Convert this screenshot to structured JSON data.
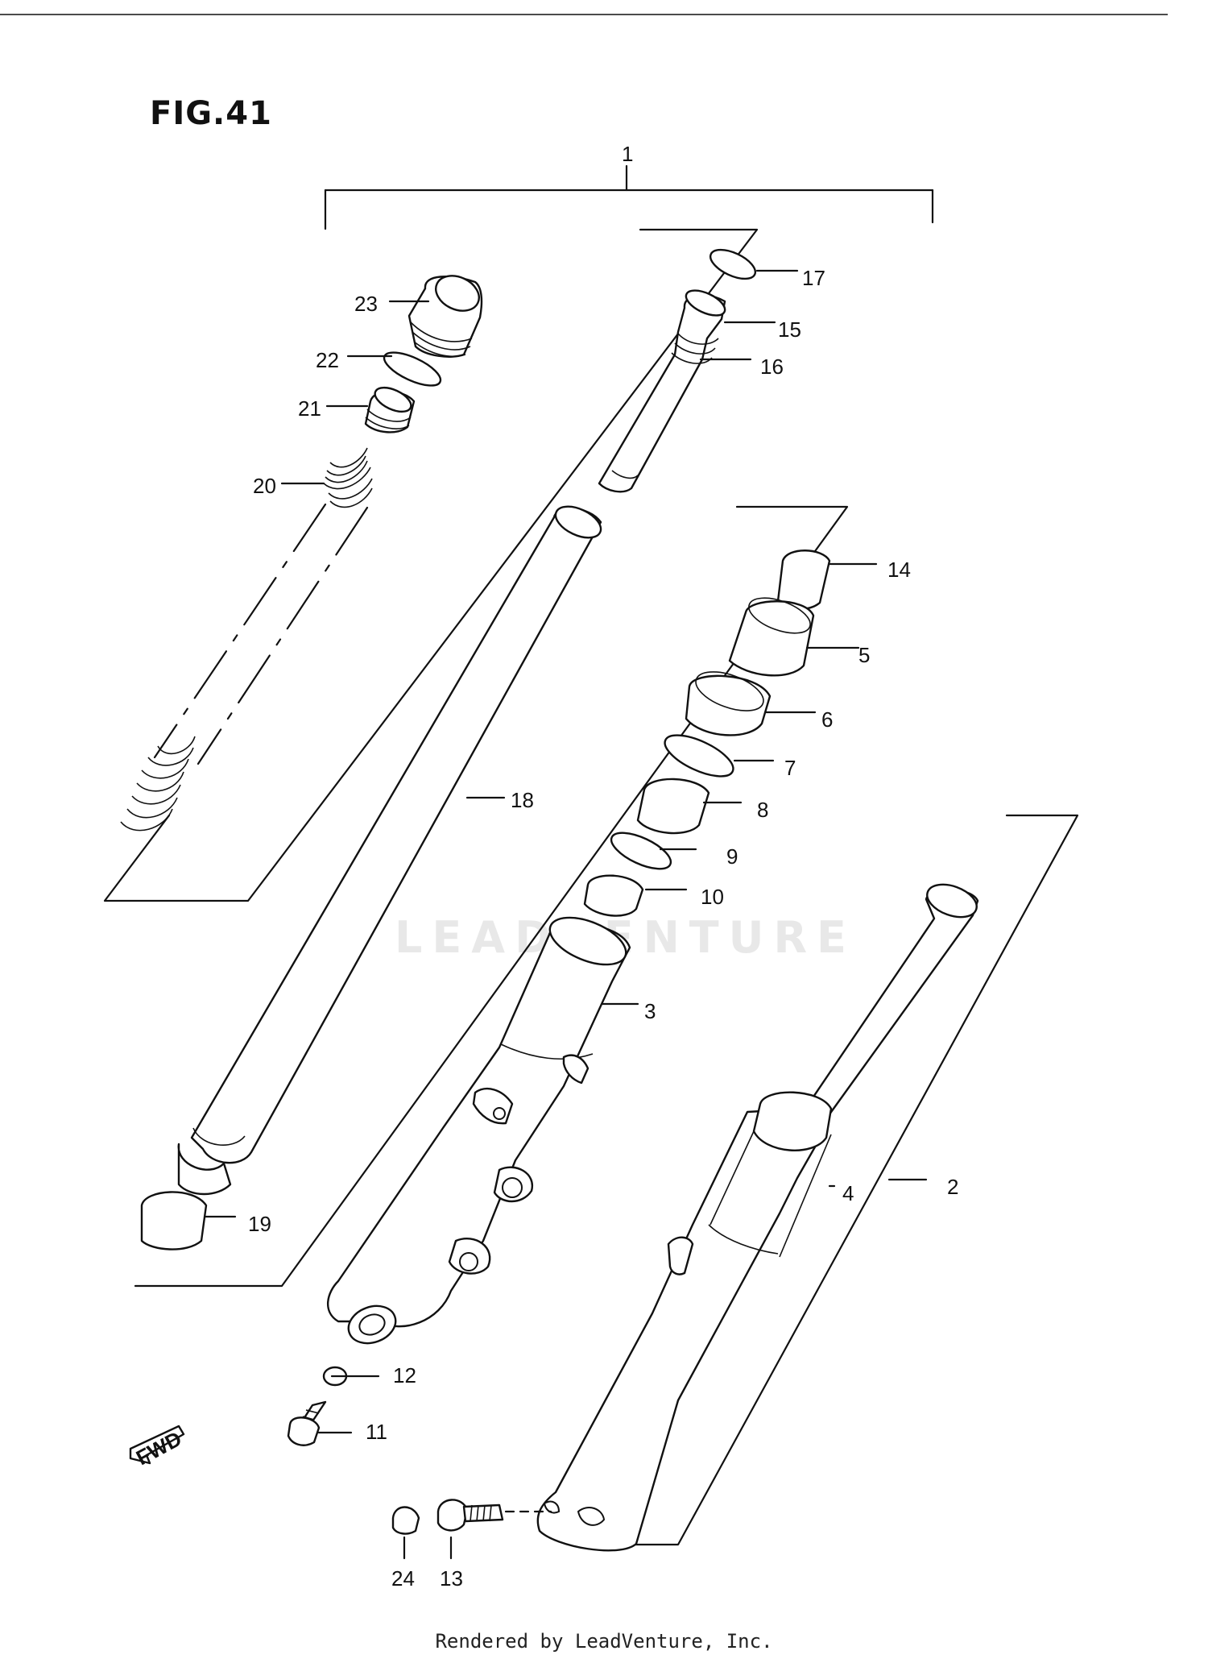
{
  "figure": {
    "title": "FIG.41",
    "footer": "Rendered by LeadVenture, Inc.",
    "watermark": "LEADVENTURE",
    "direction_label": "FWD"
  },
  "callouts": [
    {
      "id": "1",
      "label": "1"
    },
    {
      "id": "2",
      "label": "2"
    },
    {
      "id": "3",
      "label": "3"
    },
    {
      "id": "4",
      "label": "4"
    },
    {
      "id": "5",
      "label": "5"
    },
    {
      "id": "6",
      "label": "6"
    },
    {
      "id": "7",
      "label": "7"
    },
    {
      "id": "8",
      "label": "8"
    },
    {
      "id": "9",
      "label": "9"
    },
    {
      "id": "10",
      "label": "10"
    },
    {
      "id": "11",
      "label": "11"
    },
    {
      "id": "12",
      "label": "12"
    },
    {
      "id": "13",
      "label": "13"
    },
    {
      "id": "14",
      "label": "14"
    },
    {
      "id": "15",
      "label": "15"
    },
    {
      "id": "16",
      "label": "16"
    },
    {
      "id": "17",
      "label": "17"
    },
    {
      "id": "18",
      "label": "18"
    },
    {
      "id": "19",
      "label": "19"
    },
    {
      "id": "20",
      "label": "20"
    },
    {
      "id": "21",
      "label": "21"
    },
    {
      "id": "22",
      "label": "22"
    },
    {
      "id": "23",
      "label": "23"
    },
    {
      "id": "24",
      "label": "24"
    }
  ]
}
